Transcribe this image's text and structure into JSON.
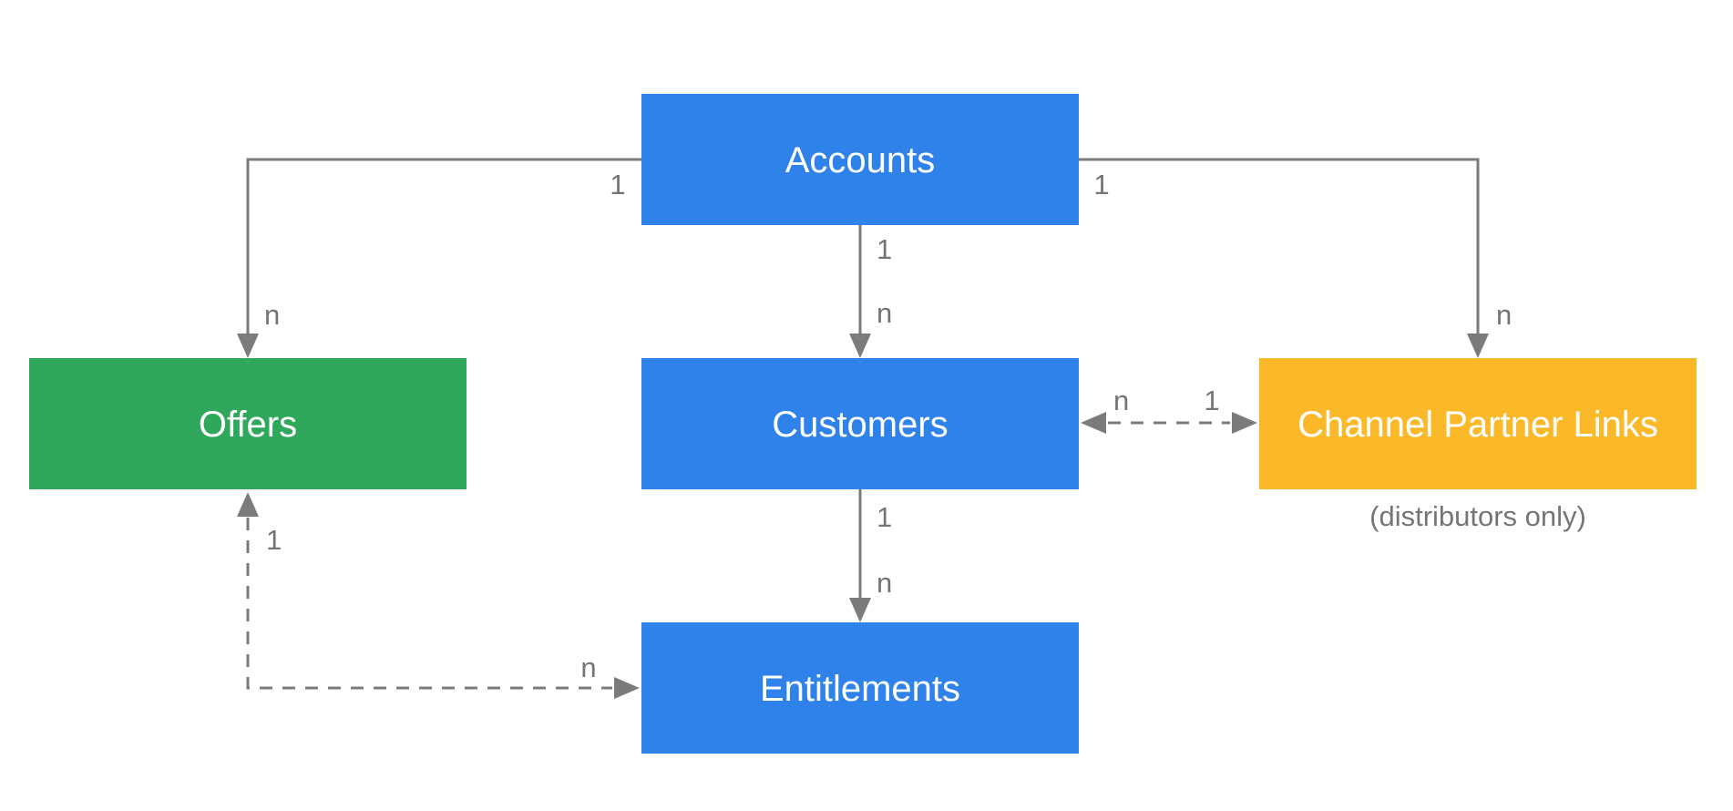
{
  "diagram": {
    "type": "entity-relationship",
    "background": "#ffffff",
    "colors": {
      "entity_blue": "#2f82e9",
      "offers_green": "#2fa85b",
      "partner_yellow": "#fbb829",
      "connector_gray": "#7b7b7b",
      "label_gray": "#757575"
    },
    "nodes": {
      "accounts": {
        "label": "Accounts",
        "color": "#2f82e9"
      },
      "offers": {
        "label": "Offers",
        "color": "#2fa85b"
      },
      "customers": {
        "label": "Customers",
        "color": "#2f82e9"
      },
      "channel_partner_links": {
        "label": "Channel Partner Links",
        "color": "#fbb829",
        "caption": "(distributors only)"
      },
      "entitlements": {
        "label": "Entitlements",
        "color": "#2f82e9"
      }
    },
    "edges": [
      {
        "from": "Accounts",
        "to": "Offers",
        "from_label": "1",
        "to_label": "n",
        "line": "solid",
        "arrows": "to"
      },
      {
        "from": "Accounts",
        "to": "Customers",
        "from_label": "1",
        "to_label": "n",
        "line": "solid",
        "arrows": "to"
      },
      {
        "from": "Accounts",
        "to": "Channel Partner Links",
        "from_label": "1",
        "to_label": "n",
        "line": "solid",
        "arrows": "to"
      },
      {
        "from": "Customers",
        "to": "Entitlements",
        "from_label": "1",
        "to_label": "n",
        "line": "solid",
        "arrows": "to"
      },
      {
        "from": "Customers",
        "to": "Channel Partner Links",
        "from_label": "n",
        "to_label": "1",
        "line": "dashed",
        "arrows": "both"
      },
      {
        "from": "Offers",
        "to": "Entitlements",
        "from_label": "1",
        "to_label": "n",
        "line": "dashed",
        "arrows": "both"
      }
    ]
  }
}
